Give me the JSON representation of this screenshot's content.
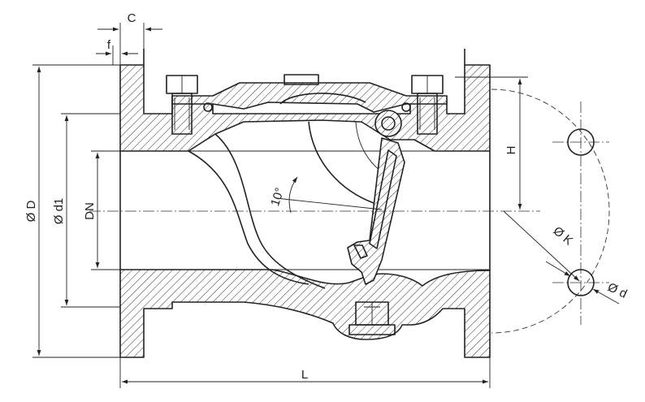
{
  "drawing": {
    "labels": {
      "C": "C",
      "f": "f",
      "D": "Ø D",
      "d1": "Ø d1",
      "DN": "DN",
      "L": "L",
      "H": "H",
      "K": "Ø K",
      "d": "Ø d",
      "angle": "10°"
    }
  }
}
